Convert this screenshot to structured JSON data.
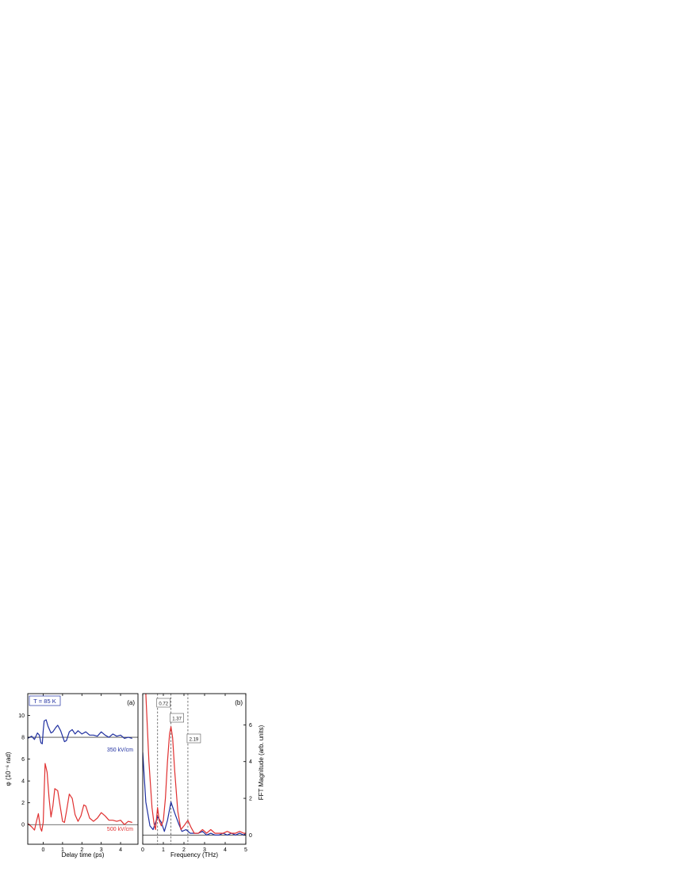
{
  "chart_data": [
    {
      "type": "line",
      "panel_label": "(a)",
      "temperature_label": "T = 85 K",
      "xlabel": "Delay time (ps)",
      "ylabel": "φ (10⁻⁶ rad)",
      "xlim": [
        -0.8,
        4.9
      ],
      "ylim": [
        -1.8,
        12
      ],
      "x_ticks": [
        "0",
        "1",
        "2",
        "3",
        "4"
      ],
      "y_ticks": [
        "0",
        "2",
        "4",
        "6",
        "8",
        "10"
      ],
      "baselines": [
        0,
        8
      ],
      "series": [
        {
          "name": "350 kV/cm",
          "color": "#1f2fa0",
          "x": [
            -0.8,
            -0.6,
            -0.45,
            -0.3,
            -0.2,
            -0.12,
            -0.05,
            0.0,
            0.05,
            0.15,
            0.25,
            0.4,
            0.5,
            0.65,
            0.75,
            0.9,
            1.0,
            1.1,
            1.2,
            1.35,
            1.5,
            1.65,
            1.8,
            2.0,
            2.2,
            2.4,
            2.6,
            2.8,
            3.0,
            3.2,
            3.4,
            3.6,
            3.8,
            4.0,
            4.2,
            4.4,
            4.6
          ],
          "y": [
            7.9,
            8.1,
            7.8,
            8.4,
            8.2,
            7.5,
            7.4,
            8.6,
            9.5,
            9.6,
            9.0,
            8.4,
            8.5,
            8.9,
            9.1,
            8.6,
            8.1,
            7.6,
            7.7,
            8.5,
            8.7,
            8.3,
            8.6,
            8.3,
            8.5,
            8.2,
            8.2,
            8.1,
            8.5,
            8.2,
            8.0,
            8.3,
            8.1,
            8.2,
            7.9,
            8.0,
            7.9
          ]
        },
        {
          "name": "500 kV/cm",
          "color": "#e03030",
          "x": [
            -0.8,
            -0.6,
            -0.45,
            -0.35,
            -0.25,
            -0.15,
            -0.08,
            0.0,
            0.05,
            0.1,
            0.2,
            0.3,
            0.4,
            0.5,
            0.6,
            0.75,
            0.9,
            1.0,
            1.1,
            1.2,
            1.35,
            1.5,
            1.65,
            1.8,
            1.95,
            2.1,
            2.2,
            2.4,
            2.6,
            2.8,
            3.0,
            3.2,
            3.4,
            3.6,
            3.8,
            4.0,
            4.2,
            4.4,
            4.6
          ],
          "y": [
            0.1,
            -0.2,
            -0.5,
            0.3,
            1.0,
            -0.3,
            -0.6,
            0.2,
            3.0,
            5.6,
            4.8,
            2.5,
            0.7,
            1.7,
            3.3,
            3.1,
            1.4,
            0.3,
            0.2,
            1.2,
            2.8,
            2.4,
            0.9,
            0.3,
            0.8,
            1.8,
            1.7,
            0.6,
            0.3,
            0.6,
            1.1,
            0.8,
            0.4,
            0.4,
            0.3,
            0.4,
            0.0,
            0.3,
            0.2
          ]
        }
      ]
    },
    {
      "type": "line",
      "panel_label": "(b)",
      "xlabel": "Frequency (THz)",
      "ylabel": "FFT Magnitude (arb. units)",
      "xlim": [
        0,
        5
      ],
      "ylim": [
        -0.5,
        7.7
      ],
      "x_ticks": [
        "0",
        "1",
        "2",
        "3",
        "4",
        "5"
      ],
      "y_ticks": [
        "0",
        "2",
        "4",
        "6"
      ],
      "baselines": [
        0
      ],
      "annotations": [
        {
          "x": 0.72,
          "label": "0.72"
        },
        {
          "x": 1.37,
          "label": "1.37"
        },
        {
          "x": 2.19,
          "label": "2.19"
        }
      ],
      "series": [
        {
          "name": "350 kV/cm",
          "color": "#1f2fa0",
          "x": [
            0,
            0.15,
            0.35,
            0.5,
            0.72,
            0.9,
            1.05,
            1.2,
            1.37,
            1.55,
            1.75,
            1.9,
            2.1,
            2.3,
            2.5,
            2.7,
            2.9,
            3.1,
            3.3,
            3.5,
            3.7,
            3.9,
            4.1,
            4.3,
            4.5,
            4.7,
            4.9,
            5.0
          ],
          "y": [
            4.5,
            1.8,
            0.5,
            0.3,
            1.0,
            0.7,
            0.2,
            0.8,
            1.8,
            1.2,
            0.6,
            0.2,
            0.3,
            0.1,
            0.1,
            0.1,
            0.2,
            0.0,
            0.1,
            0.0,
            0.0,
            0.1,
            0.0,
            0.1,
            0.0,
            0.1,
            0.0,
            0.1
          ]
        },
        {
          "name": "500 kV/cm",
          "color": "#e03030",
          "x": [
            0.15,
            0.3,
            0.45,
            0.55,
            0.62,
            0.72,
            0.8,
            0.9,
            1.0,
            1.1,
            1.2,
            1.3,
            1.37,
            1.45,
            1.55,
            1.7,
            1.85,
            2.0,
            2.19,
            2.35,
            2.5,
            2.7,
            2.9,
            3.1,
            3.3,
            3.5,
            3.7,
            3.9,
            4.1,
            4.3,
            4.5,
            4.7,
            4.9,
            5.0
          ],
          "y": [
            7.7,
            4.0,
            1.5,
            0.6,
            0.3,
            1.5,
            0.8,
            0.5,
            0.8,
            2.0,
            4.0,
            5.5,
            5.9,
            5.3,
            3.5,
            1.3,
            0.3,
            0.5,
            0.8,
            0.4,
            0.1,
            0.1,
            0.3,
            0.1,
            0.3,
            0.1,
            0.1,
            0.1,
            0.2,
            0.1,
            0.1,
            0.2,
            0.1,
            0.1
          ]
        }
      ]
    }
  ]
}
